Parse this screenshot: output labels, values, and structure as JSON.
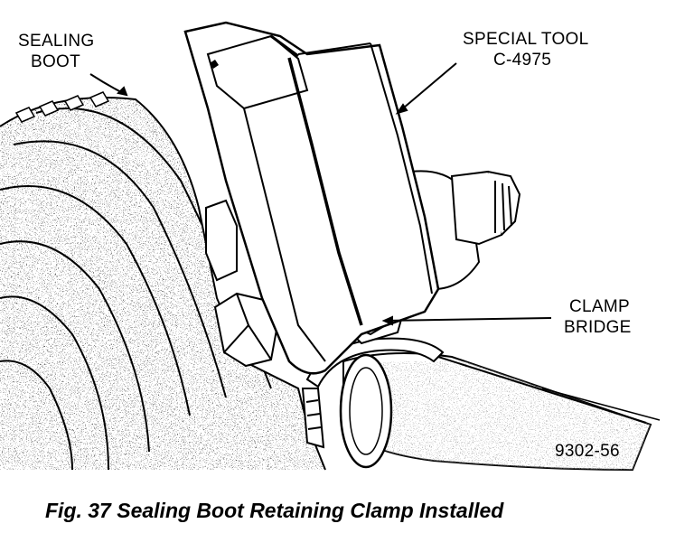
{
  "labels": {
    "sealing_boot": [
      "SEALING",
      "BOOT"
    ],
    "special_tool": [
      "SPECIAL TOOL",
      "C-4975"
    ],
    "clamp_bridge": [
      "CLAMP",
      "BRIDGE"
    ],
    "figure_id": "9302-56"
  },
  "caption": "Fig. 37 Sealing Boot Retaining Clamp Installed"
}
